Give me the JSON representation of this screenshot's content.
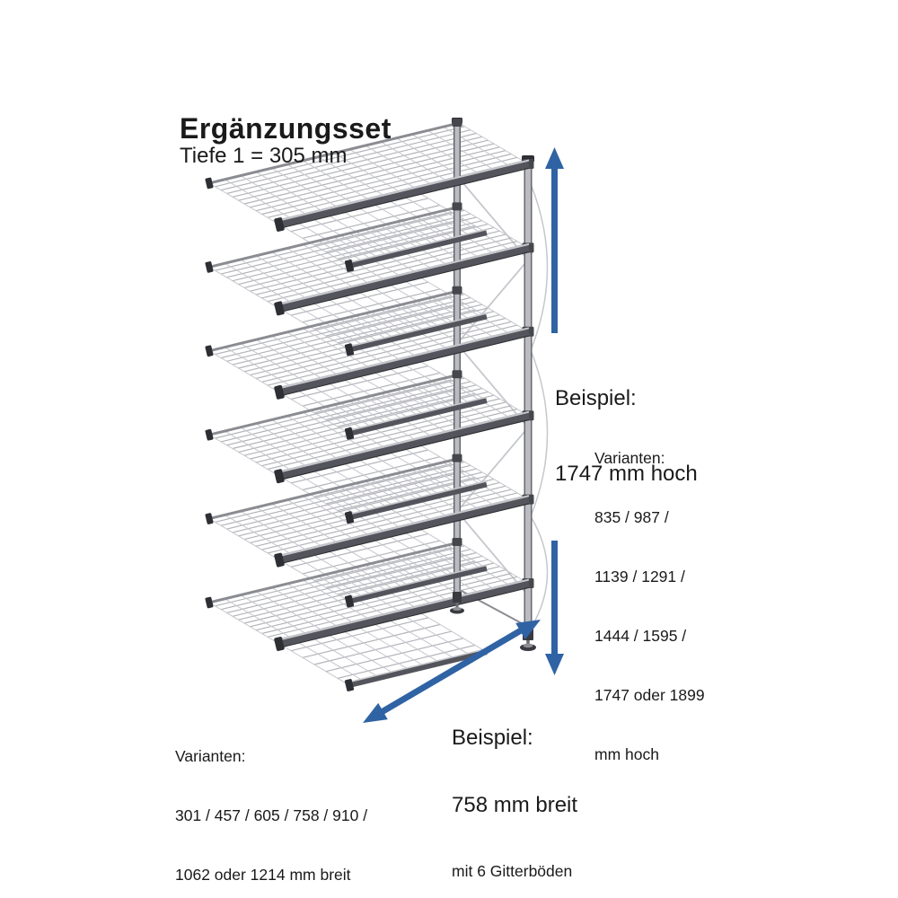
{
  "title": "Ergänzungsset",
  "depth_note": "Tiefe 1 = 305 mm",
  "height_dim": {
    "example_label": "Beispiel:",
    "example_value": "1747 mm hoch",
    "variants_label": "Varianten:",
    "variants_lines": [
      "835 / 987 /",
      "1139 / 1291 /",
      "1444 / 1595 /",
      "1747 oder 1899",
      "mm hoch"
    ]
  },
  "width_dim": {
    "example_label": "Beispiel:",
    "example_value": "758 mm breit",
    "example_note": "mit 6 Gitterböden",
    "variants_label": "Varianten:",
    "variants_lines": [
      "301 / 457 / 605 / 758 / 910 /",
      "1062 oder 1214 mm breit"
    ]
  },
  "diagram": {
    "shelf_count": 6,
    "colors": {
      "accent": "#2F63A4",
      "beam": "#54555C",
      "beam_light": "#C6C7CD",
      "beam_dark": "#2E2F34",
      "rail": "#8B8C92",
      "wire": "#B3B4BA",
      "wire_faint": "#C6C7CD",
      "post_fill": "#BBBCC2",
      "post_edge": "#606167",
      "nub": "#46474D",
      "foot": "#3A3B40",
      "text": "#1A1A1A"
    }
  }
}
